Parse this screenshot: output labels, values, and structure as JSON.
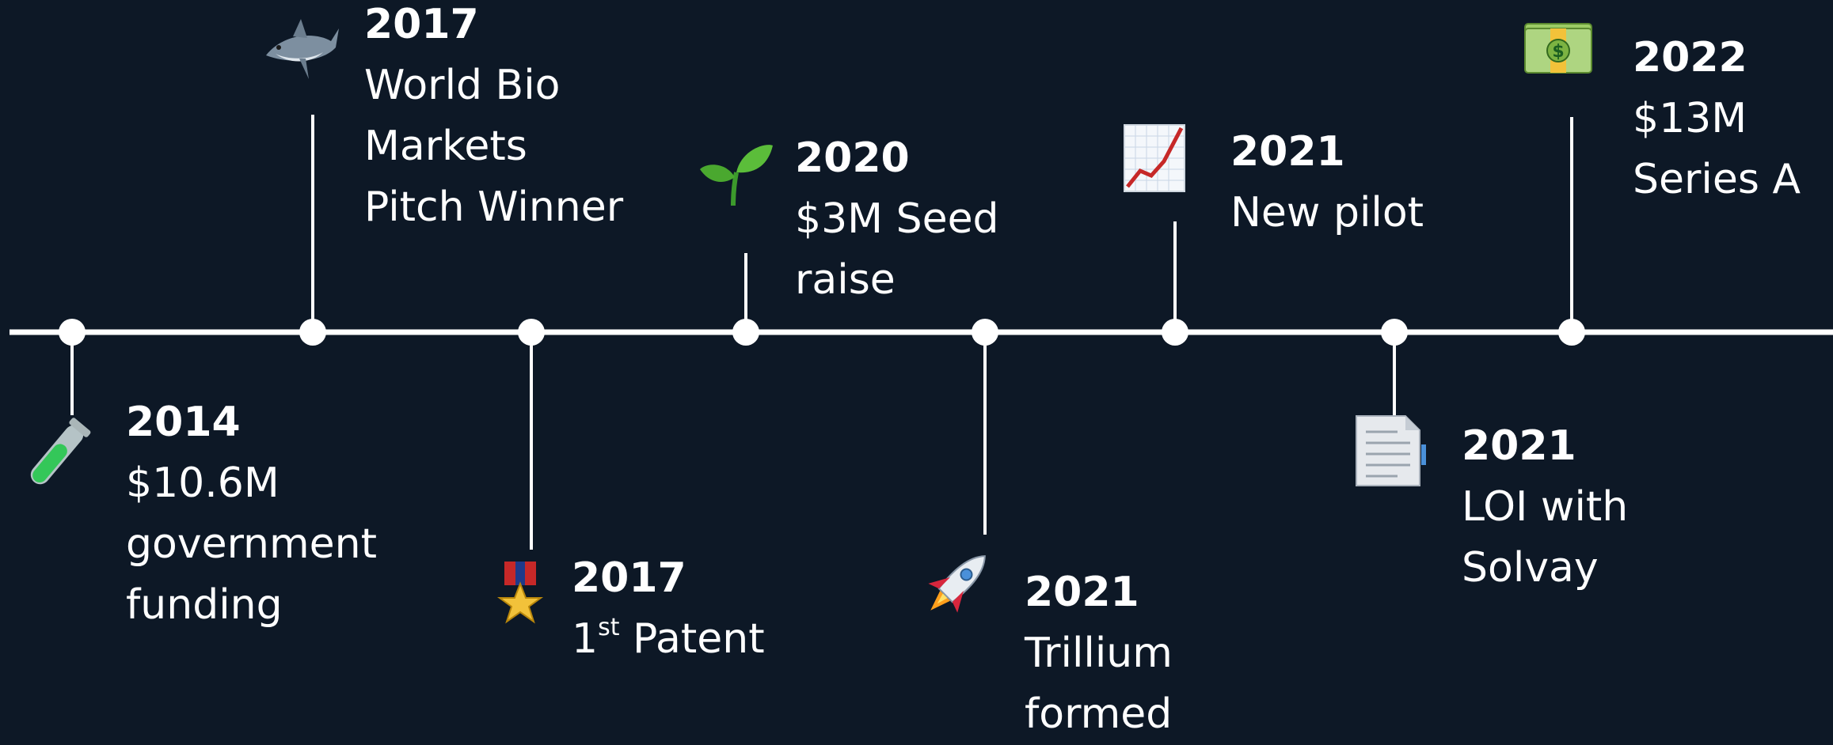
{
  "milestones": [
    {
      "id": "2014-funding",
      "year": "2014",
      "lines": [
        "$10.6M",
        "government",
        "funding"
      ],
      "icon": "test-tube-icon",
      "position": "below"
    },
    {
      "id": "2017-pitch",
      "year": "2017",
      "lines": [
        "World Bio",
        "Markets",
        "Pitch Winner"
      ],
      "icon": "shark-icon",
      "position": "above"
    },
    {
      "id": "2017-patent",
      "year": "2017",
      "ordinal": "1",
      "ordinal_suffix": "st",
      "lines_after_ordinal": " Patent",
      "icon": "military-medal-icon",
      "position": "below"
    },
    {
      "id": "2020-seed",
      "year": "2020",
      "lines": [
        "$3M Seed",
        "raise"
      ],
      "icon": "seedling-icon",
      "position": "above"
    },
    {
      "id": "2021-trillium",
      "year": "2021",
      "lines": [
        "Trillium",
        "formed"
      ],
      "icon": "rocket-icon",
      "position": "below"
    },
    {
      "id": "2021-pilot",
      "year": "2021",
      "lines": [
        "New pilot"
      ],
      "icon": "chart-increasing-icon",
      "position": "above"
    },
    {
      "id": "2021-loi",
      "year": "2021",
      "lines": [
        "LOI with",
        "Solvay"
      ],
      "icon": "document-icon",
      "position": "below"
    },
    {
      "id": "2022-series-a",
      "year": "2022",
      "lines": [
        "$13M",
        "Series A"
      ],
      "icon": "money-bill-icon",
      "position": "above"
    }
  ],
  "colors": {
    "background": "#0d1826",
    "line": "#ffffff",
    "text": "#ffffff"
  }
}
